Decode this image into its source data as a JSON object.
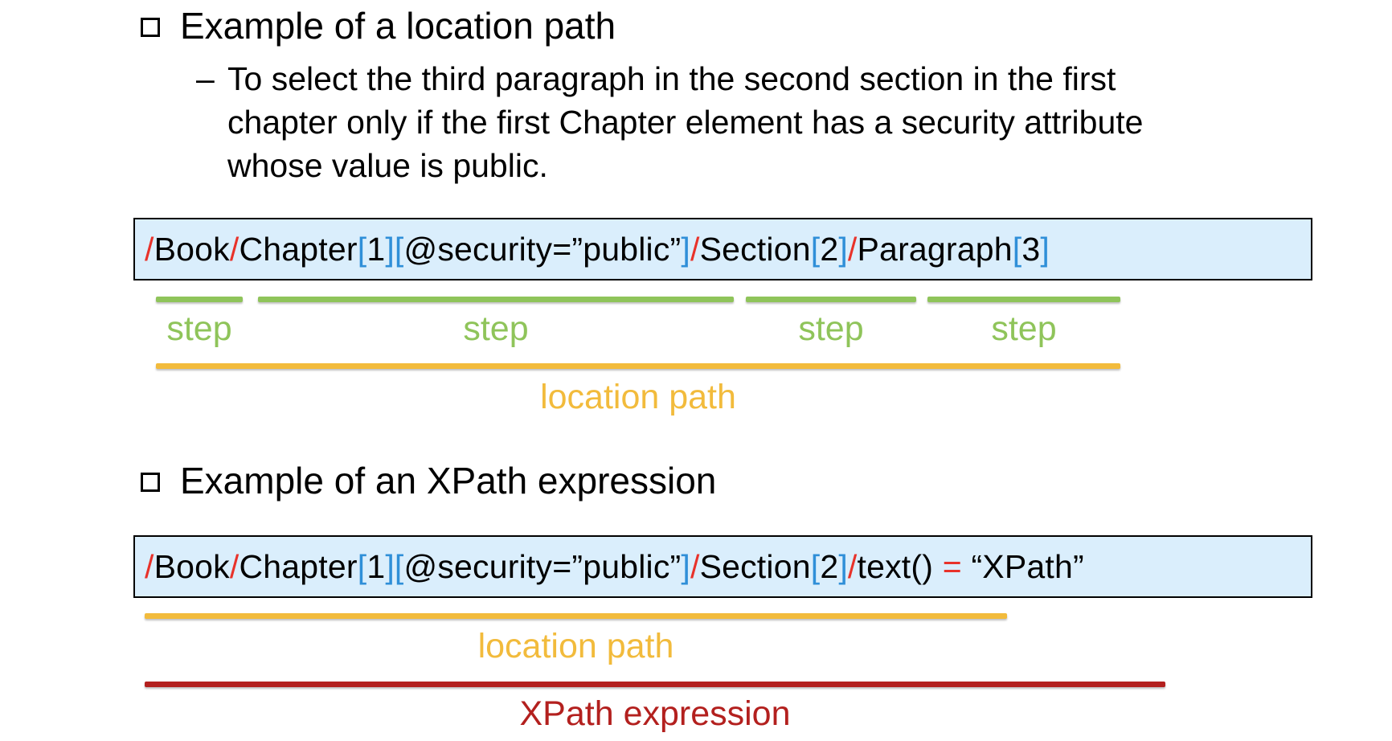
{
  "section1": {
    "heading": "Example of a location path",
    "dash": "–",
    "description_lines": [
      "To select the third paragraph in the second section in the first",
      "chapter only if the first Chapter element has a security attribute",
      "whose value is public."
    ],
    "code_segments": [
      {
        "text": "/",
        "role": "slash"
      },
      {
        "text": "Book",
        "role": "name"
      },
      {
        "text": "/",
        "role": "slash"
      },
      {
        "text": "Chapter",
        "role": "name"
      },
      {
        "text": "[",
        "role": "bracket"
      },
      {
        "text": "1",
        "role": "name"
      },
      {
        "text": "]",
        "role": "bracket"
      },
      {
        "text": "[",
        "role": "bracket"
      },
      {
        "text": "@security=”public”",
        "role": "name"
      },
      {
        "text": "]",
        "role": "bracket"
      },
      {
        "text": "/",
        "role": "slash"
      },
      {
        "text": "Section",
        "role": "name"
      },
      {
        "text": "[",
        "role": "bracket"
      },
      {
        "text": "2",
        "role": "name"
      },
      {
        "text": "]",
        "role": "bracket"
      },
      {
        "text": "/",
        "role": "slash"
      },
      {
        "text": "Paragraph",
        "role": "name"
      },
      {
        "text": "[",
        "role": "bracket"
      },
      {
        "text": "3",
        "role": "name"
      },
      {
        "text": "]",
        "role": "bracket"
      }
    ],
    "step_labels": [
      "step",
      "step",
      "step",
      "step"
    ],
    "location_path_label": "location path"
  },
  "section2": {
    "heading": "Example of an XPath expression",
    "code_segments": [
      {
        "text": "/",
        "role": "slash"
      },
      {
        "text": "Book",
        "role": "name"
      },
      {
        "text": "/",
        "role": "slash"
      },
      {
        "text": "Chapter",
        "role": "name"
      },
      {
        "text": "[",
        "role": "bracket"
      },
      {
        "text": "1",
        "role": "name"
      },
      {
        "text": "]",
        "role": "bracket"
      },
      {
        "text": "[",
        "role": "bracket"
      },
      {
        "text": "@security=”public”",
        "role": "name"
      },
      {
        "text": "]",
        "role": "bracket"
      },
      {
        "text": "/",
        "role": "slash"
      },
      {
        "text": "Section",
        "role": "name"
      },
      {
        "text": "[",
        "role": "bracket"
      },
      {
        "text": "2",
        "role": "name"
      },
      {
        "text": "]",
        "role": "bracket"
      },
      {
        "text": "/",
        "role": "slash"
      },
      {
        "text": "text() ",
        "role": "name"
      },
      {
        "text": "=",
        "role": "slash"
      },
      {
        "text": " “XPath”",
        "role": "name"
      }
    ],
    "location_path_label": "location path",
    "xpath_expression_label": "XPath expression"
  },
  "colors": {
    "slash": "#e8322a",
    "bracket": "#2f8fd8",
    "name": "#000000",
    "step": "#8fc45a",
    "location_path": "#f2bb3c",
    "xpath_expression": "#b3201e",
    "code_background": "#daeefc"
  },
  "icons": {
    "bullet": "checkbox-bullet-icon"
  }
}
